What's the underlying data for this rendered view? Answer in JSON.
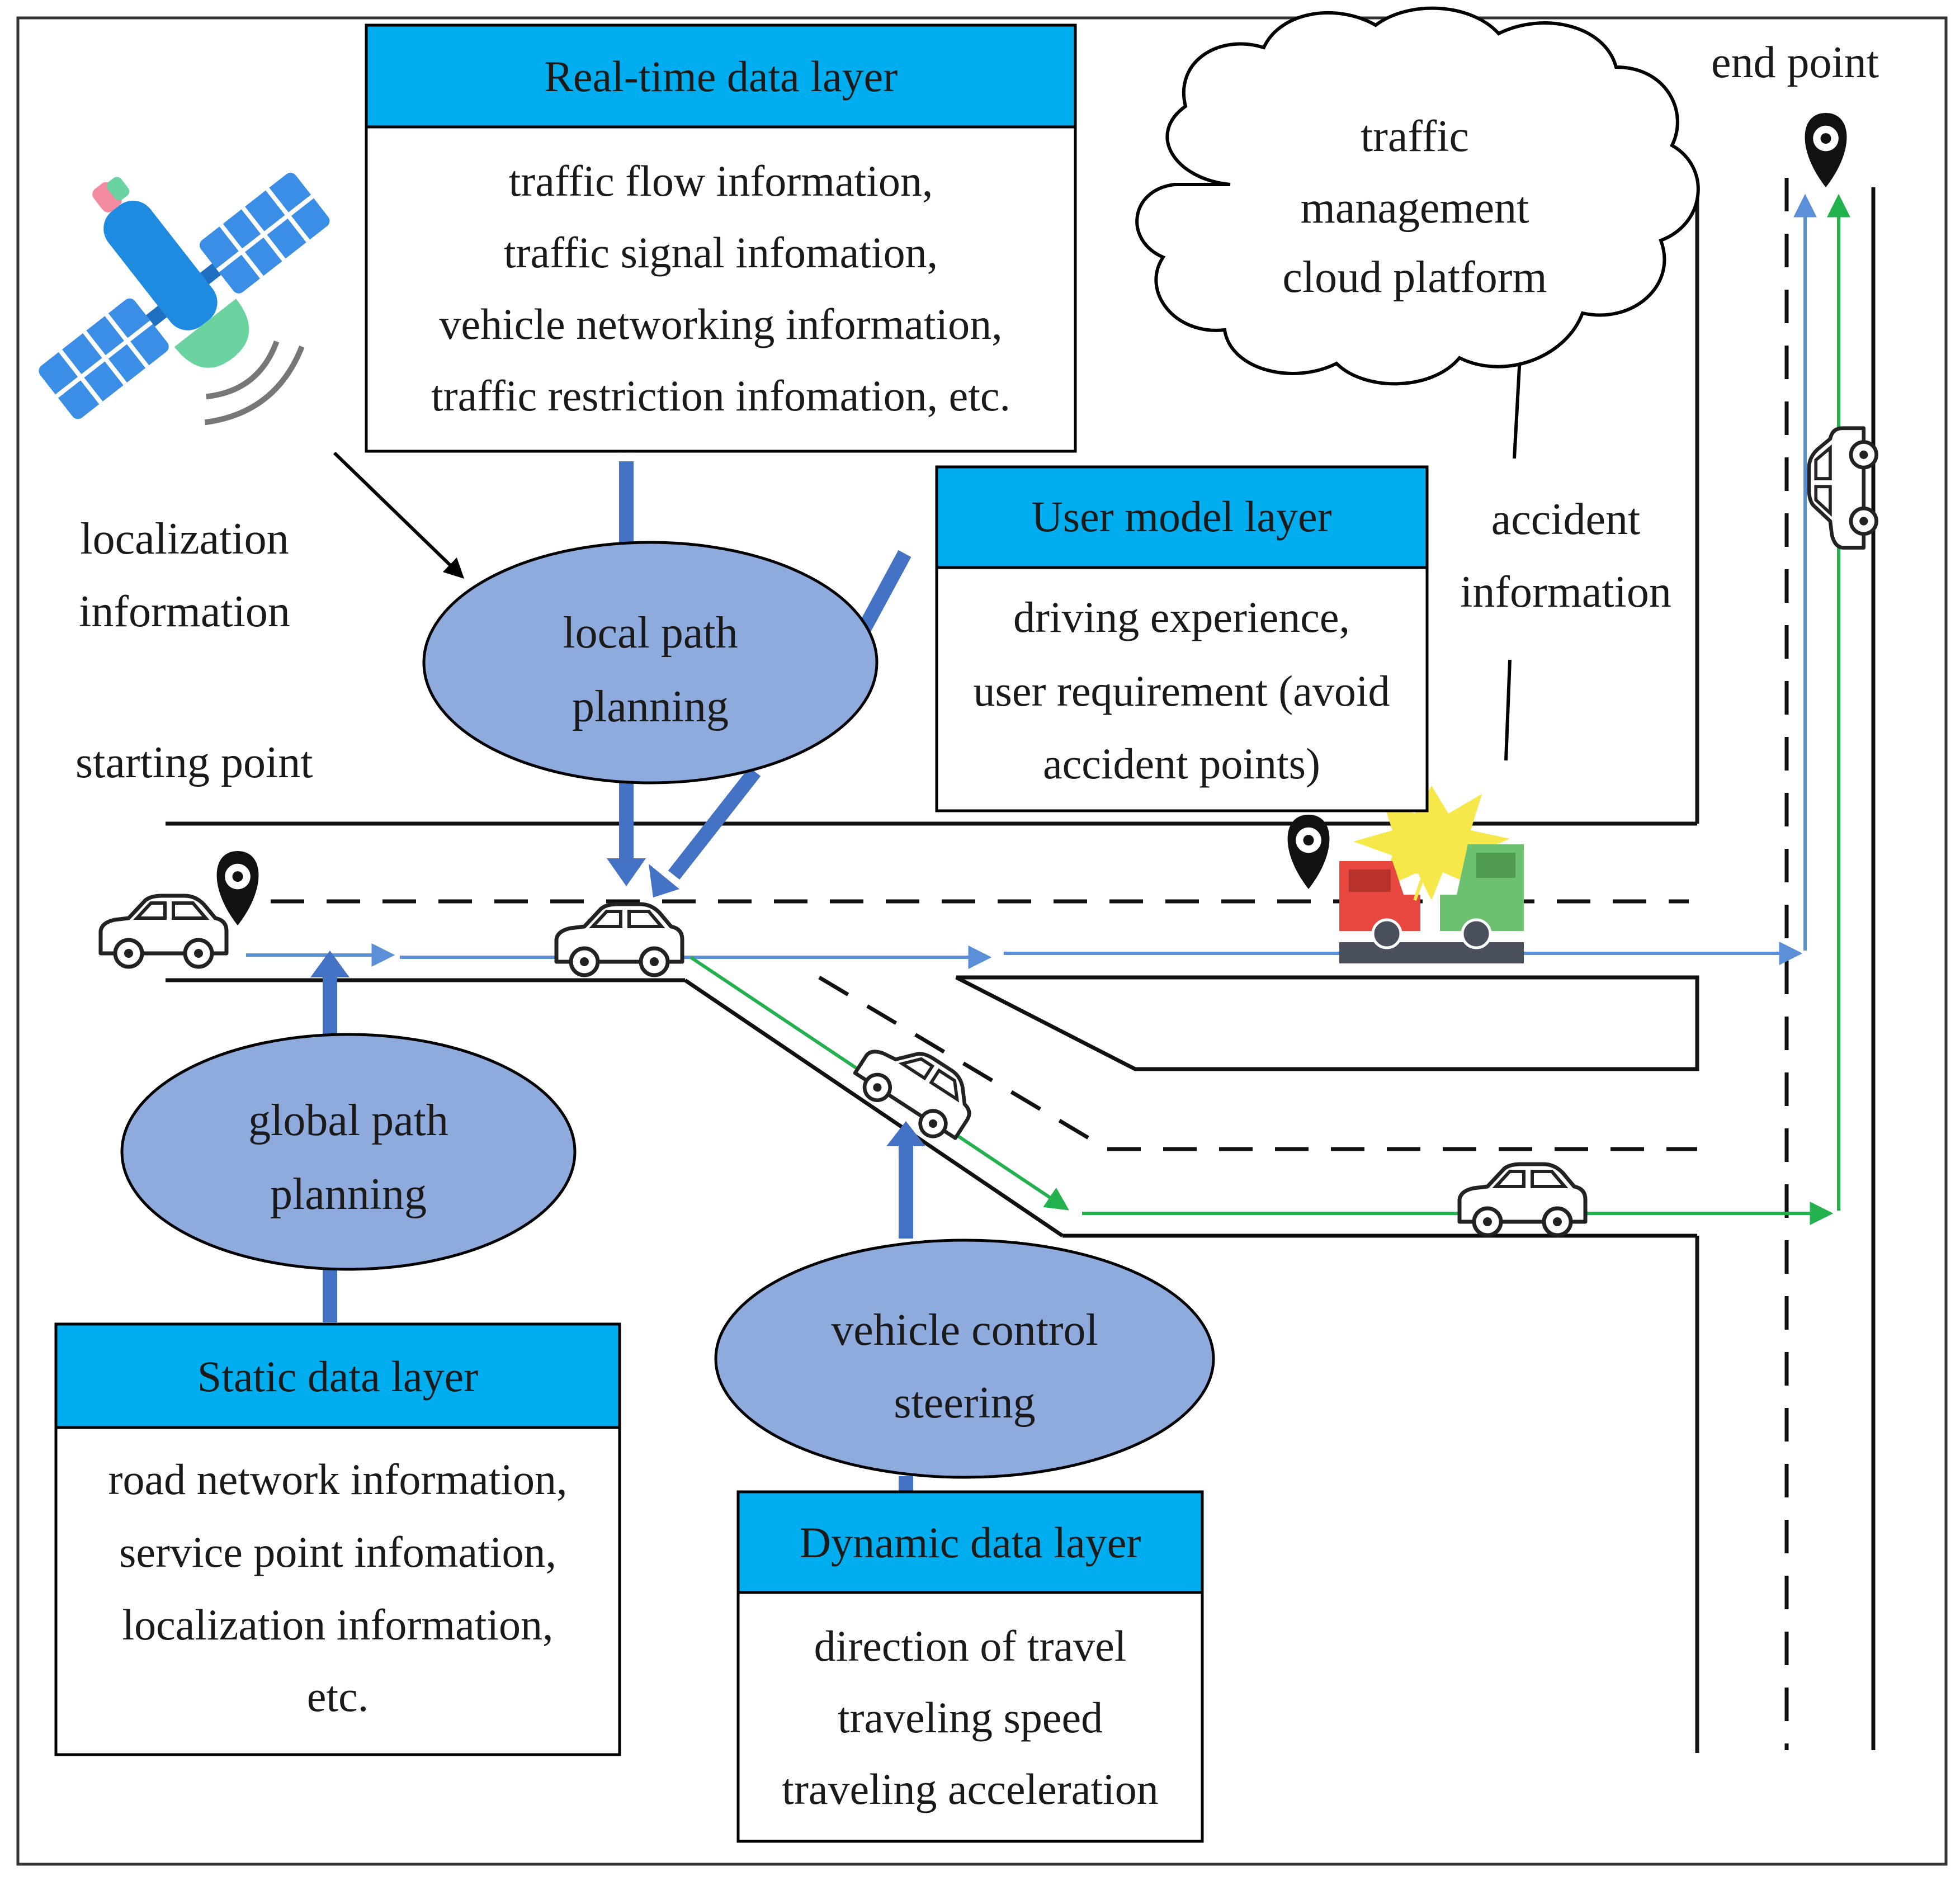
{
  "layers": {
    "realtime": {
      "title": "Real-time data layer",
      "lines": [
        "traffic flow information,",
        "traffic signal infomation,",
        "vehicle networking information,",
        "traffic restriction infomation, etc."
      ]
    },
    "user_model": {
      "title": "User model layer",
      "lines": [
        "driving experience,",
        "user requirement (avoid",
        "accident points)"
      ]
    },
    "static": {
      "title": "Static data layer",
      "lines": [
        "road network information,",
        "service point infomation,",
        "localization information,",
        "etc."
      ]
    },
    "dynamic": {
      "title": "Dynamic data layer",
      "lines": [
        "direction of travel",
        "traveling speed",
        "traveling acceleration"
      ]
    }
  },
  "nodes": {
    "local_path": [
      "local path",
      "planning"
    ],
    "global_path": [
      "global path",
      "planning"
    ],
    "vehicle_control": [
      "vehicle control",
      "steering"
    ]
  },
  "cloud": [
    "traffic",
    "management",
    "cloud platform"
  ],
  "labels": {
    "localization": [
      "localization",
      "information"
    ],
    "starting_point": "starting point",
    "end_point": "end point",
    "accident": [
      "accident",
      "information"
    ]
  },
  "colors": {
    "header": "#00aeef",
    "node": "#8faadc",
    "blue_arrow": "#4472c4",
    "route_blue": "#5b8fd8",
    "route_green": "#22b14c",
    "truck_red": "#e8473f",
    "truck_green": "#6cc070"
  }
}
